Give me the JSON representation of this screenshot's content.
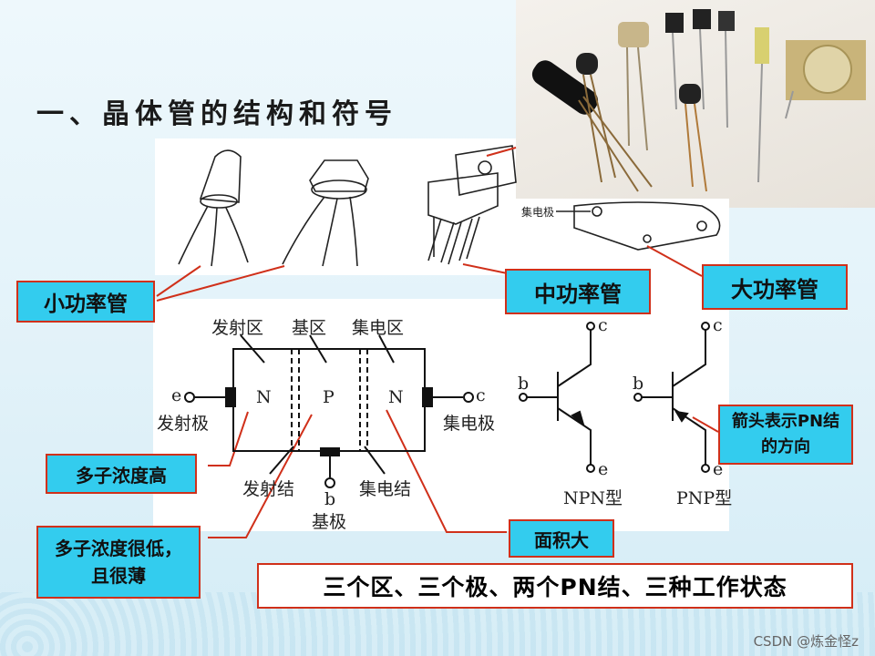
{
  "title": "一、晶体管的结构和符号",
  "callouts": {
    "small_power": "小功率管",
    "medium_power": "中功率管",
    "large_power": "大功率管",
    "emitter_doping": "多子浓度高",
    "base_doping": "多子浓度很低，且很薄",
    "collector_area": "面积大",
    "arrow_note": "箭头表示PN结的方向"
  },
  "structure": {
    "emitter_region": "发射区",
    "base_region": "基区",
    "collector_region": "集电区",
    "n_left": "N",
    "p_mid": "P",
    "n_right": "N",
    "e": "e",
    "c": "c",
    "b": "b",
    "emitter_electrode": "发射极",
    "collector_electrode": "集电极",
    "emitter_junction": "发射结",
    "collector_junction": "集电结",
    "base_electrode": "基极"
  },
  "photo_label": "集电极",
  "symbols": {
    "npn": {
      "b": "b",
      "c": "c",
      "e": "e",
      "name": "NPN型"
    },
    "pnp": {
      "b": "b",
      "c": "c",
      "e": "e",
      "name": "PNP型"
    }
  },
  "summary": "三个区、三个极、两个PN结、三种工作状态",
  "footer": "CSDN @炼金怪z"
}
